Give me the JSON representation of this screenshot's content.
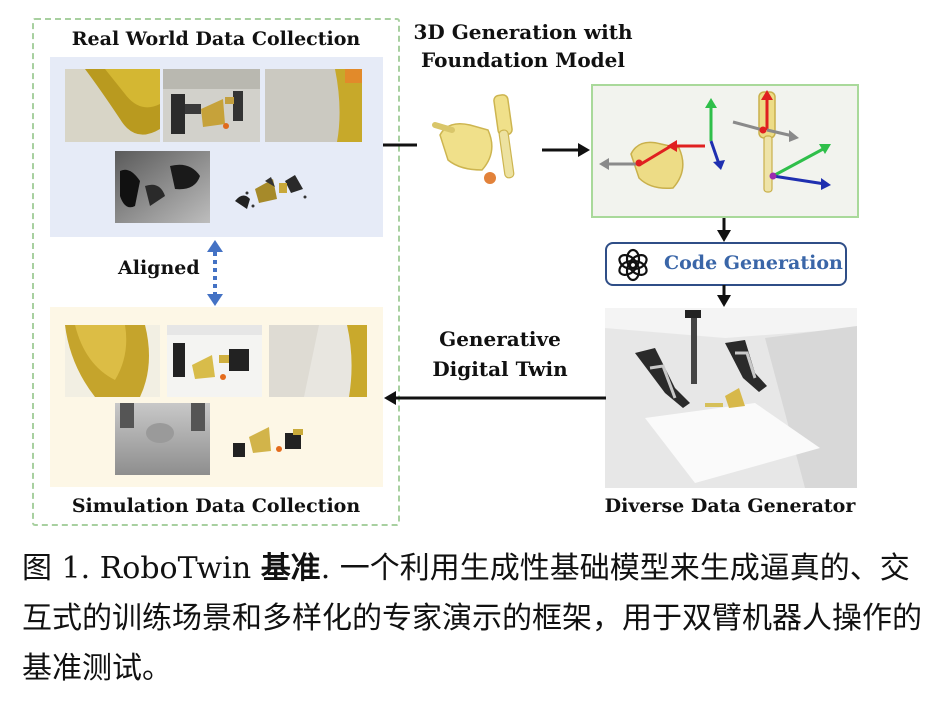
{
  "left": {
    "real_title": "Real World Data Collection",
    "aligned_label": "Aligned",
    "sim_title": "Simulation Data Collection"
  },
  "right": {
    "generation_title_line1": "3D Generation with",
    "generation_title_line2": "Foundation Model",
    "code_generation_label": "Code Generation",
    "generative_line1": "Generative",
    "generative_line2": "Digital Twin",
    "generator_title": "Diverse Data Generator"
  },
  "caption": {
    "prefix": "图 1. RoboTwin ",
    "bold": "基准",
    "rest": ". 一个利用生成性基础模型来生成逼真的、交互式的训练场景和多样化的专家演示的框架，用于双臂机器人操作的基准测试。"
  },
  "colors": {
    "frame_green": "#a8d0a0",
    "real_panel": "#e6ebf7",
    "sim_panel": "#fdf7e6",
    "code_gen_text": "#3a66a8",
    "aligned_arrow": "#4472c4",
    "axis_red": "#e02020",
    "axis_green": "#2fbf4a",
    "axis_blue": "#1f2fb0",
    "axis_gray": "#8a8a8a",
    "dustpan_yellow": "#eddc86"
  },
  "icons": {
    "code_generation": "openai-knot-icon"
  }
}
